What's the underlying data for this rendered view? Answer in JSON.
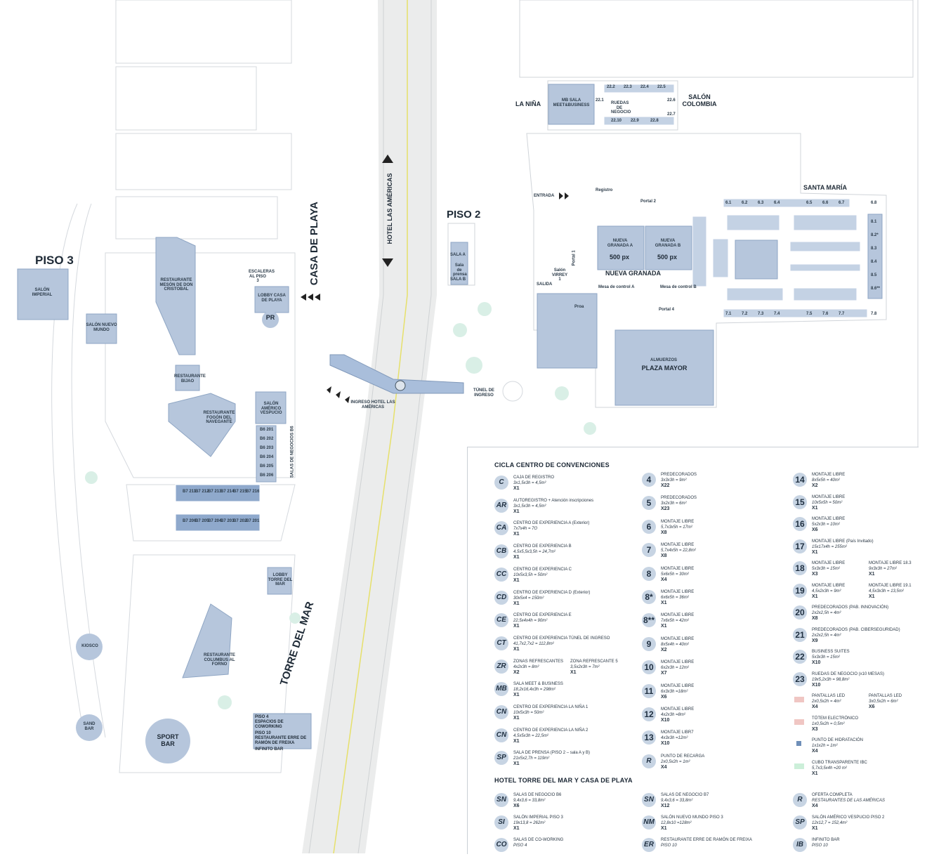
{
  "colors": {
    "building": "#b6c6dc",
    "room": "#a9bedb",
    "room_dark": "#8fa9cc",
    "road": "#e9eaea",
    "line": "#c7cbd0",
    "icon": "#c7d4e3",
    "tree": "#d9efe6",
    "pink": "#f0c6c3",
    "green": "#ccefd9"
  },
  "areas": {
    "piso3": "PISO 3",
    "piso2": "PISO 2",
    "casa_de_playa": "CASA DE PLAYA",
    "hotel_las_americas": "HOTEL LAS AMÉRICAS",
    "torre_del_mar": "TORRE DEL MAR",
    "la_nina": "LA NIÑA",
    "salon_colombia": "SALÓN COLOMBIA",
    "santa_maria": "SANTA MARÍA",
    "nueva_granada": "NUEVA GRANADA",
    "nueva_granada_a": "NUEVA GRANADA A",
    "nueva_granada_b": "NUEVA GRANADA B",
    "px_a": "500 px",
    "px_b": "500 px",
    "almuerzos": "ALMUERZOS",
    "plaza_mayor": "PLAZA MAYOR",
    "salon_imperial": "SALÓN IMPERIAL",
    "salon_nuevo_mundo": "SALÓN NUEVO MUNDO",
    "meson": "RESTAURANTE MESÓN DE DON CRISTOBAL",
    "bijao": "RESTAURANTE BIJAO",
    "fogon": "RESTAURANTE FOGÓN DEL NAVEGANTE",
    "lobby_casa": "LOBBY CASA DE PLAYA",
    "pr": "PR",
    "salon_vespucio": "SALÓN AMÉRICO VESPUCIO",
    "salas_b6": "SALAS DE NEGOCIOS B6",
    "lobby_torre": "LOBBY TORRE DEL MAR",
    "columbus": "RESTAURANTE COLUMBUS AL FORNO",
    "kiosco": "KIOSCO",
    "sand_bar": "SAND BAR",
    "sport_bar": "SPORT BAR",
    "ingreso": "INGRESO HOTEL LAS AMÉRICAS",
    "tunel": "TÚNEL DE INGRESO",
    "entrada": "ENTRADA",
    "salida": "SALIDA",
    "portal2": "Portal 2",
    "portal4": "Portal 4",
    "portal1": "Portal 1",
    "proa": "Proa",
    "registro": "Registro",
    "mesa_a": "Mesa de control A",
    "mesa_b": "Mesa de control B",
    "mb_label": "MB SALA MEET&BUSINESS",
    "ruedas": "RUEDAS DE NEGOCIO",
    "escaleras": "ESCALERAS AL PISO 3",
    "salon_virrey": "Salón VIRREY 1",
    "sala_a": "SALA A",
    "sala_b": "SALA B",
    "sala_prensa": "Sala de prensa",
    "coworking_box": {
      "l1": "PISO 4",
      "l2": "ESPACIOS DE COWORKING",
      "l3": "PISO 10",
      "l4": "RESTAURANTE ERRE DE RAMÓN DE FREIXA",
      "l5": "INFINITO BAR"
    }
  },
  "b6_rooms": [
    "B6 201",
    "B6 202",
    "B6 203",
    "B6 204",
    "B6 205",
    "B6 206"
  ],
  "b7_top": [
    "B7 211",
    "B7 212",
    "B7 213",
    "B7 214",
    "B7 215",
    "B7 216"
  ],
  "b7_bottom": [
    "B7 206",
    "B7 205",
    "B7 204",
    "B7 203",
    "B7 202",
    "B7 201"
  ],
  "booths_top": [
    "22.2",
    "22.3",
    "22.4",
    "22.5"
  ],
  "booths_mid": [
    "22.1",
    "22.6",
    "22.7"
  ],
  "booths_bot": [
    "22.10",
    "22.9",
    "22.8"
  ],
  "row6": [
    "6.1",
    "6.2",
    "6.3",
    "6.4",
    "6.5",
    "6.6",
    "6.7",
    "6.8"
  ],
  "row7": [
    "7.1",
    "7.2",
    "7.3",
    "7.4",
    "7.5",
    "7.6",
    "7.7",
    "7.8"
  ],
  "col8": [
    "8.1",
    "8.2*",
    "8.3",
    "8.4",
    "8.5",
    "8.6**"
  ],
  "row67": [
    "6.7",
    "6.2",
    "6.3",
    "6.4",
    "6.5",
    "6.6"
  ],
  "legend": {
    "section1": "CICLA CENTRO DE CONVENCIONES",
    "section2": "HOTEL TORRE DEL MAR Y CASA DE PLAYA",
    "col1": [
      {
        "icon": "C",
        "t1": "CAJA DE REGISTRO",
        "t2": "3x1,5x3h = 4,5m²",
        "t3": "X1"
      },
      {
        "icon": "AR",
        "t1": "AUTOREGISTRO + Atención inscripciones",
        "t2": "3x1,5x3h = 4,5m²",
        "t3": "X1"
      },
      {
        "icon": "CA",
        "t1": "CENTRO DE EXPERIENCIA A (Exterior)",
        "t2": "7x7x4h = 7O",
        "t3": "X1"
      },
      {
        "icon": "CB",
        "t1": "CENTRO DE EXPERIENCIA B",
        "t2": "4,5x5,5x3,5h = 24,7m²",
        "t3": "X1"
      },
      {
        "icon": "CC",
        "t1": "CENTRO DE EXPERIENCIA C",
        "t2": "10x5x3,5h = 50m²",
        "t3": "X1"
      },
      {
        "icon": "CD",
        "t1": "CENTRO DE EXPERIENCIA D (Exterior)",
        "t2": "30x5x4 = 150m²",
        "t3": "X1"
      },
      {
        "icon": "CE",
        "t1": "CENTRO DE EXPERIENCIA E",
        "t2": "22,5x4x4h = 90m²",
        "t3": "X1"
      },
      {
        "icon": "CT",
        "t1": "CENTRO DE EXPERIENCIA TÚNEL DE INGRESO",
        "t2": "41,7x2,7x2 = 112,8m²",
        "t3": "X1"
      },
      {
        "icon": "ZR",
        "t1": "ZONAS REFRESCANTES",
        "t2": "4x2x3h = 8m²",
        "t3": "X2",
        "c2a": "ZONA REFRESCANTE 5",
        "c2b": "3,5x2x3h = 7m²",
        "c2c": "X1"
      },
      {
        "icon": "MB",
        "t1": "SALA MEET & BUSINESS",
        "t2": "18,2x16,4x3h = 298m²",
        "t3": "X1"
      },
      {
        "icon": "CN",
        "t1": "CENTRO DE EXPERIENCIA LA NIÑA 1",
        "t2": "10x5x3h = 50m²",
        "t3": "X1"
      },
      {
        "icon": "CN",
        "t1": "CENTRO DE EXPERIENCIA LA NIÑA 2",
        "t2": "4,5x5x3h = 22,5m²",
        "t3": "X1"
      },
      {
        "icon": "SP",
        "t1": "SALA DE PRENSA (PISO 2 – sala A y B)",
        "t2": "21x5x2,7h = 119m²",
        "t3": "X1"
      }
    ],
    "col2": [
      {
        "icon": "4",
        "t1": "PREDECORADOS",
        "t2": "3x3x3h = 9m²",
        "t3": "X22"
      },
      {
        "icon": "5",
        "t1": "PREDECORADOS",
        "t2": "3x2x3h = 6m²",
        "t3": "X23"
      },
      {
        "icon": "6",
        "t1": "MONTAJE LIBRE",
        "t2": "5,7x3x5h = 17m²",
        "t3": "X8"
      },
      {
        "icon": "7",
        "t1": "MONTAJE LIBRE",
        "t2": "5,7x4x5h = 22,8m²",
        "t3": "X8"
      },
      {
        "icon": "8",
        "t1": "MONTAJE LIBRE",
        "t2": "5x6x5h = 30m²",
        "t3": "X4"
      },
      {
        "icon": "8*",
        "t1": "MONTAJE LIBRE",
        "t2": "6x6x5h = 36m²",
        "t3": "X1"
      },
      {
        "icon": "8**",
        "t1": "MONTAJE LIBRE",
        "t2": "7x6x5h = 42m²",
        "t3": "X1"
      },
      {
        "icon": "9",
        "t1": "MONTAJE LIBRE",
        "t2": "8x5x4h = 40m²",
        "t3": "X2"
      },
      {
        "icon": "10",
        "t1": "MONTAJE LIBRE",
        "t2": "6x2x3h = 12m²",
        "t3": "X7"
      },
      {
        "icon": "11",
        "t1": "MONTAJE LIBRE",
        "t2": "6x3x3h =18m²",
        "t3": "X6"
      },
      {
        "icon": "12",
        "t1": "MONTAJE LIBRE",
        "t2": "4x2x3h =8m²",
        "t3": "X10"
      },
      {
        "icon": "13",
        "t1": "MONTAJE LIBR7",
        "t2": "4x3x3h =12m²",
        "t3": "X10"
      },
      {
        "icon": "R",
        "t1": "PUNTO DE RECARGA",
        "t2": "2x0,5x2h = 1m²",
        "t3": "X4"
      }
    ],
    "col3": [
      {
        "icon": "14",
        "t1": "MONTAJE LIBRE",
        "t2": "8x5x5h = 40m²",
        "t3": "X2"
      },
      {
        "icon": "15",
        "t1": "MONTAJE LIBRE",
        "t2": "10x5x5h = 50m²",
        "t3": "X1"
      },
      {
        "icon": "16",
        "t1": "MONTAJE LIBRE",
        "t2": "5x2x3h = 10m²",
        "t3": "X6"
      },
      {
        "icon": "17",
        "t1": "MONTAJE LIBRE (País Invitado)",
        "t2": "15x17x4h = 255m²",
        "t3": "X1"
      },
      {
        "icon": "18",
        "t1": "MONTAJE LIBRE",
        "t2": "5x3x3h = 15m²",
        "t3": "X3",
        "c2a": "MONTAJE LIBRE 18.3",
        "c2b": "9x3x3h = 27m²",
        "c2c": "X1"
      },
      {
        "icon": "19",
        "t1": "MONTAJE LIBRE",
        "t2": "4,5x2x3h = 9m²",
        "t3": "X1",
        "c2a": "MONTAJE LIBRE 19.1",
        "c2b": "4,5x3x3h = 13,5m²",
        "c2c": "X1"
      },
      {
        "icon": "20",
        "t1": "PREDECORADOS (PAB. INNOVACIÓN)",
        "t2": "2x2x2,5h = 4m²",
        "t3": "X8"
      },
      {
        "icon": "21",
        "t1": "PREDECORADOS (PAB. CIBERSEGURIDAD)",
        "t2": "2x2x2,5h = 4m²",
        "t3": "X9"
      },
      {
        "icon": "22",
        "t1": "BUSINESS SUITES",
        "t2": "5x3x3h = 15m²",
        "t3": "X10"
      },
      {
        "icon": "23",
        "t1": "RUEDAS DE NEGOCIO (x10 MESAS)",
        "t2": "19x5,2x3h = 98,8m²",
        "t3": "X10"
      },
      {
        "icon": "sw-pink",
        "t1": "PANTALLAS LED",
        "t2": "2x0,5x2h = 4m²",
        "t3": "X4",
        "c2a": "PANTALLAS LED",
        "c2b": "3x0,5x2h = 6m²",
        "c2c": "X6"
      },
      {
        "icon": "sw-pink",
        "t1": "TÓTEM ELECTRÓNICO",
        "t2": "1x0,5x2h = 0,5m²",
        "t3": "X3"
      },
      {
        "icon": "sw-blue",
        "t1": "PUNTO DE HIDRATACIÓN",
        "t2": "1x1x2h = 1m²",
        "t3": "X4"
      },
      {
        "icon": "sw-green",
        "t1": "CUBO TRANSPARENTE IBC",
        "t2": "5,7x3,5x4h =20 m²",
        "t3": "X1"
      }
    ],
    "hotel1": [
      {
        "icon": "SN",
        "t1": "SALAS DE NEGOCIO B6",
        "t2": "9,4x3,6 = 33,8m²",
        "t3": "X6"
      },
      {
        "icon": "SI",
        "t1": "SALÓN IMPERIAL PISO 3",
        "t2": "19x13,8 = 262m²",
        "t3": "X1"
      },
      {
        "icon": "CO",
        "t1": "SALAS DE CO-WORKING",
        "t2": "PISO 4",
        "t3": ""
      }
    ],
    "hotel2": [
      {
        "icon": "SN",
        "t1": "SALAS DE NEGOCIO B7",
        "t2": "9,4x3,6 = 33,8m²",
        "t3": "X12"
      },
      {
        "icon": "NM",
        "t1": "SALÓN NUEVO MUNDO  PISO 3",
        "t2": "12,8x10 =128m²",
        "t3": "X1"
      },
      {
        "icon": "ER",
        "t1": "RESTAURANTE ERRE DE RAMÓN DE FREIXA",
        "t2": "PISO 10",
        "t3": ""
      }
    ],
    "hotel3": [
      {
        "icon": "R",
        "t1": "OFERTA COMPLETA",
        "t2": "RESTAURANTES DE LAS AMÉRICAS",
        "t3": "X4"
      },
      {
        "icon": "SP",
        "t1": "SALÓN AMÉRICO VESPUCIO PISO 2",
        "t2": "12x12,7 = 152,4m²",
        "t3": "X1"
      },
      {
        "icon": "IB",
        "t1": "INFINITO BAR",
        "t2": "PISO 10",
        "t3": ""
      }
    ]
  }
}
